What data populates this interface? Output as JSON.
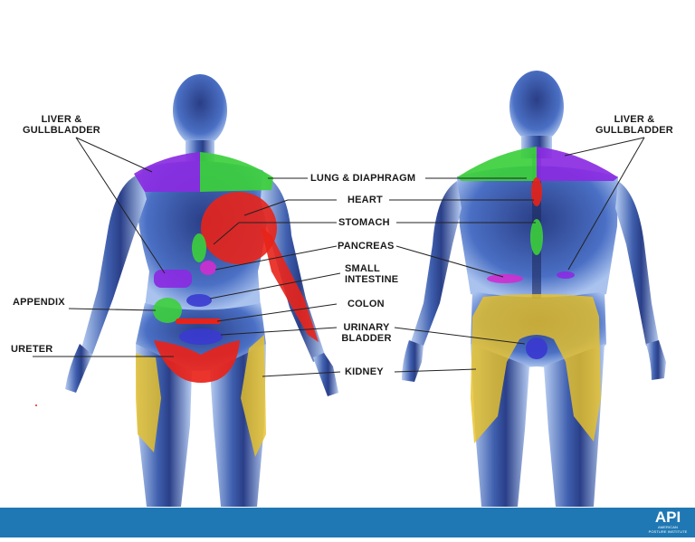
{
  "labels": {
    "liver_front": "LIVER &\nGULLBLADDER",
    "liver_back": "LIVER &\nGULLBLADDER",
    "lung": "LUNG & DIAPHRAGM",
    "heart": "HEART",
    "stomach": "STOMACH",
    "pancreas": "PANCREAS",
    "small_intestine": "SMALL\nINTESTINE",
    "colon": "COLON",
    "urinary_bladder": "URINARY\nBLADDER",
    "kidney": "KIDNEY",
    "appendix": "APPENDIX",
    "ureter": "URETER"
  },
  "logo": {
    "mark": "API",
    "text": "AMERICAN\nPOSTURE INSTITUTE"
  },
  "colors": {
    "liver": "#8a2be2",
    "lung": "#3ccf3c",
    "heart": "#e8231a",
    "pancreas": "#d02ed0",
    "small_intestine": "#3a3ad0",
    "kidney": "#e8c22a",
    "footer": "#1f78b4"
  }
}
